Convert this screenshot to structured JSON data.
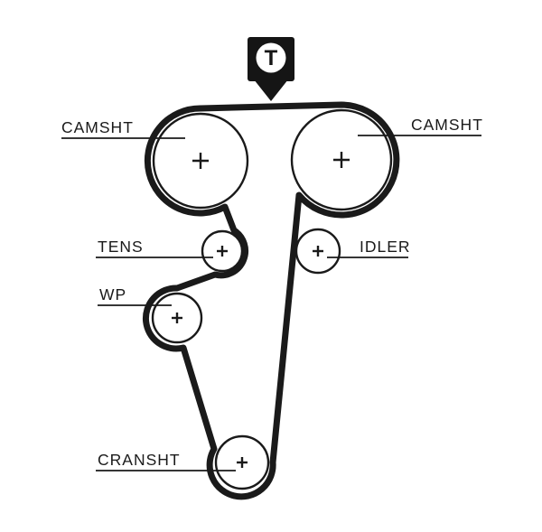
{
  "diagram": {
    "marker": {
      "label": "T"
    },
    "labels": {
      "camshaft_left": "CAMSHT",
      "camshaft_right": "CAMSHT",
      "tensioner": "TENS",
      "idler": "IDLER",
      "water_pump": "WP",
      "crankshaft": "CRANSHT"
    },
    "colors": {
      "ink": "#1a1a1a",
      "marker_fill": "#151515",
      "background": "#ffffff"
    }
  }
}
